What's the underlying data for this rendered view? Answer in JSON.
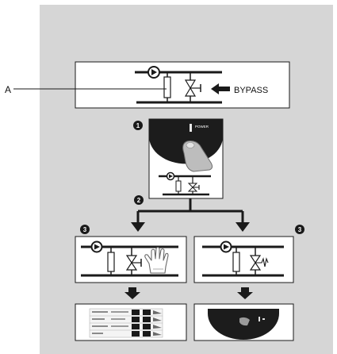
{
  "callout_label": "A",
  "bypass_label": "BYPASS",
  "power_label": "POWER",
  "step_numbers": {
    "step1": "1",
    "step2": "2",
    "step3_left": "3",
    "step3_right": "3"
  },
  "colors": {
    "panel_background": "#d6d6d6",
    "box_fill": "#ffffff",
    "ink": "#1a1a1a",
    "knob_dark": "#1c1c1c"
  },
  "icons": [
    "pump-icon",
    "valve-icon",
    "filter-icon",
    "arrow-left-icon",
    "arrow-down-icon",
    "glove-icon",
    "finger-press-icon",
    "settings-table-icon"
  ]
}
